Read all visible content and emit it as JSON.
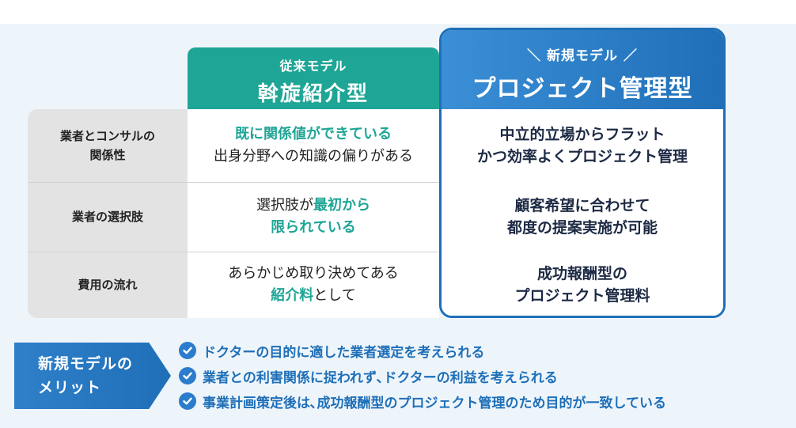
{
  "old_model": {
    "subtitle": "従来モデル",
    "title": "斡旋紹介型"
  },
  "new_model": {
    "subtitle": "＼ 新規モデル ／",
    "title": "プロジェクト管理型"
  },
  "rows": [
    {
      "label_line1": "業者とコンサルの",
      "label_line2": "関係性",
      "old_line1": "既に関係値ができている",
      "old_line2": "出身分野への知識の偏りがある",
      "new_line1": "中立的立場からフラット",
      "new_line2": "かつ効率よくプロジェクト管理"
    },
    {
      "label_line1": "業者の選択肢",
      "old_line1_a": "選択肢が",
      "old_line1_b": "最初から",
      "old_line2": "限られている",
      "new_line1": "顧客希望に合わせて",
      "new_line2": "都度の提案実施が可能"
    },
    {
      "label_line1": "費用の流れ",
      "old_line1": "あらかじめ取り決めてある",
      "old_line2_a": "紹介料",
      "old_line2_b": "として",
      "new_line1": "成功報酬型の",
      "new_line2": "プロジェクト管理料"
    }
  ],
  "merits": {
    "tag_line1": "新規モデルの",
    "tag_line2": "メリット",
    "items": [
      "ドクターの目的に適した業者選定を考えられる",
      "業者との利害関係に捉われず､ドクターの利益を考えられる",
      "事業計画策定後は､成功報酬型のプロジェクト管理のため目的が一致している"
    ]
  },
  "colors": {
    "teal": "#1ea596",
    "blue": "#1f6fb8",
    "label_bg": "#e3e3e3",
    "band_bg": "#eef5fa"
  }
}
